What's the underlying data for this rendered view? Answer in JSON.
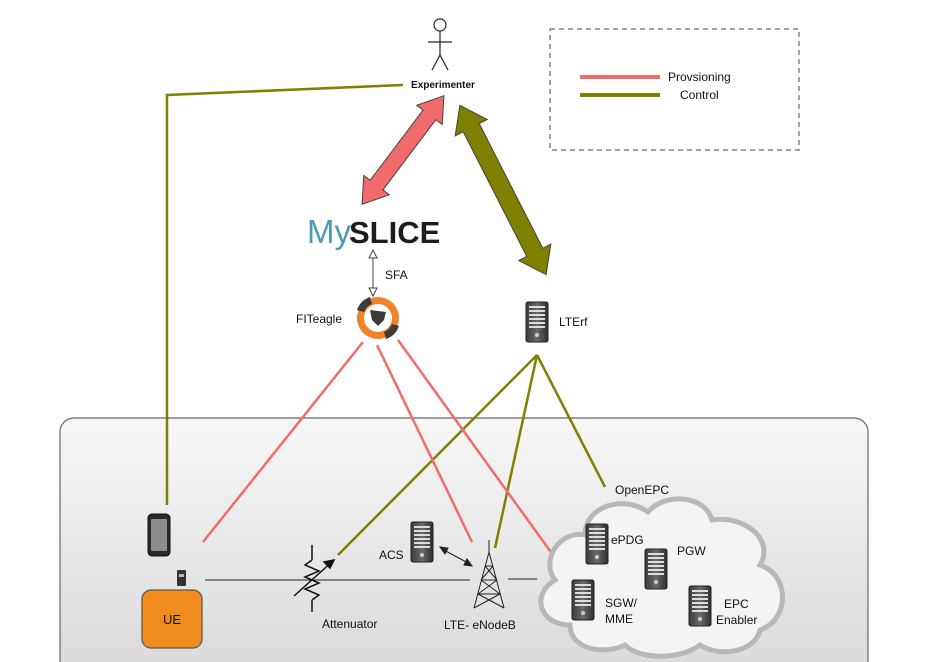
{
  "actor": {
    "label": "Experimenter"
  },
  "legend": {
    "provisioning_label": "Provsioning",
    "control_label": "Control",
    "provisioning_color": "#f26b6b",
    "control_color": "#7f7f00"
  },
  "myslice": {
    "prefix": "My",
    "suffix": "SLICE",
    "prefix_color": "#4a9bb3",
    "suffix_color": "#1c1c1c"
  },
  "sfa": {
    "label": "SFA"
  },
  "fiteagle": {
    "label": "FITeagle",
    "ring_color": "#f0832a"
  },
  "lterf": {
    "label": "LTErf"
  },
  "testbed": {
    "ue_label": "UE",
    "ue_color": "#f08c1e",
    "attenuator_label": "Attenuator",
    "acs_label": "ACS",
    "enodeb_label": "LTE- eNodeB",
    "cloud_label": "OpenEPC",
    "epdg_label": "ePDG",
    "pgw_label": "PGW",
    "sgw_label_line1": "SGW/",
    "sgw_label_line2": "MME",
    "epc_label_line1": "EPC",
    "epc_label_line2": "Enabler"
  }
}
